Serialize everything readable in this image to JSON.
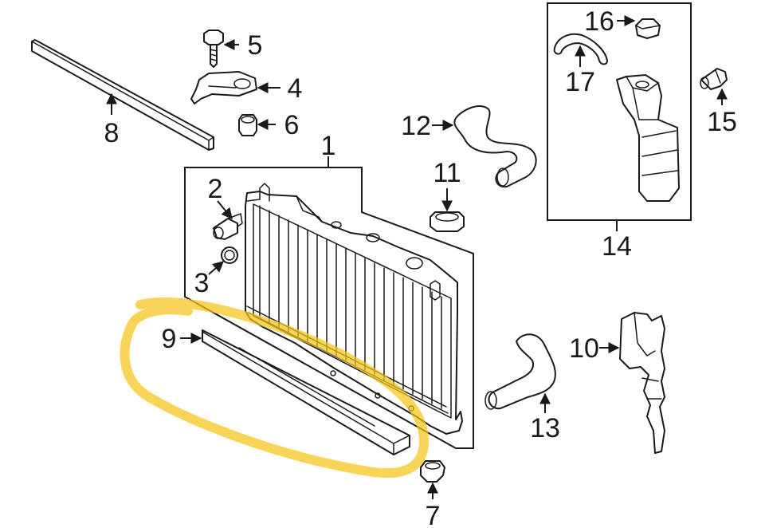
{
  "callouts": {
    "c1": "1",
    "c2": "2",
    "c3": "3",
    "c4": "4",
    "c5": "5",
    "c6": "6",
    "c7": "7",
    "c8": "8",
    "c9": "9",
    "c10": "10",
    "c11": "11",
    "c12": "12",
    "c13": "13",
    "c14": "14",
    "c15": "15",
    "c16": "16",
    "c17": "17"
  },
  "colors": {
    "line": "#1a1a1a",
    "highlight": "#f5c518",
    "background": "#ffffff"
  }
}
